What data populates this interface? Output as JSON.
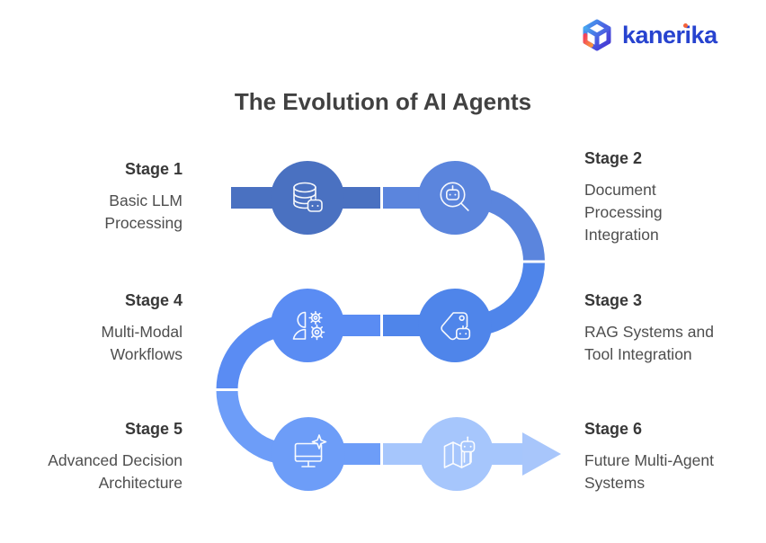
{
  "logo": {
    "text": "kanerika"
  },
  "title": "The Evolution of AI Agents",
  "stages": [
    {
      "label": "Stage 1",
      "lines": [
        "Basic LLM",
        "Processing"
      ],
      "side": "left",
      "icon": "database-robot-icon"
    },
    {
      "label": "Stage 2",
      "lines": [
        "Document",
        "Processing",
        "Integration"
      ],
      "side": "right",
      "icon": "search-robot-icon"
    },
    {
      "label": "Stage 3",
      "lines": [
        "RAG Systems and",
        "Tool Integration"
      ],
      "side": "right",
      "icon": "tag-robot-icon"
    },
    {
      "label": "Stage 4",
      "lines": [
        "Multi-Modal",
        "Workflows"
      ],
      "side": "left",
      "icon": "person-gears-icon"
    },
    {
      "label": "Stage 5",
      "lines": [
        "Advanced Decision",
        "Architecture"
      ],
      "side": "left",
      "icon": "monitor-sparkle-icon"
    },
    {
      "label": "Stage 6",
      "lines": [
        "Future Multi-Agent",
        "Systems"
      ],
      "side": "right",
      "icon": "map-robot-icon"
    }
  ],
  "colors": {
    "stage1": "#4a71c1",
    "stage2": "#5b85dd",
    "stage3": "#4f85ea",
    "stage4": "#5a8cf3",
    "stage5": "#6d9df8",
    "stage6": "#a6c6fc",
    "arrow": "#a8c6fb",
    "title_text": "#414141",
    "stage_label_text": "#383838",
    "stage_desc_text": "#4e4e4e",
    "logo_text": "#2743cf",
    "logo_dot": "#f4623a"
  }
}
